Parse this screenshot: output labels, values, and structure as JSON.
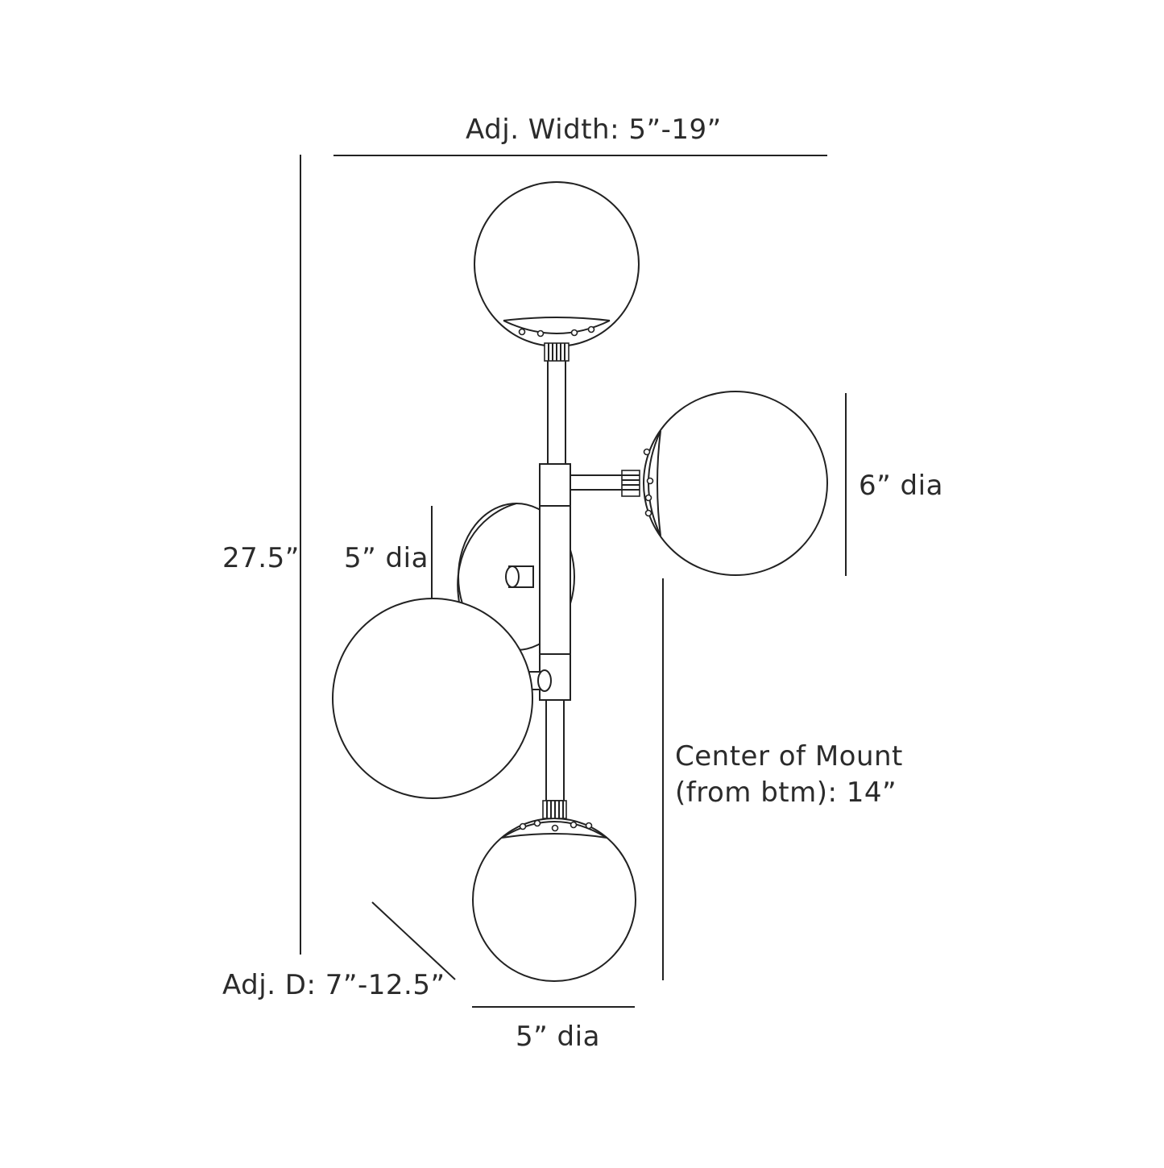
{
  "dimensions": {
    "width_label": "Adj. Width: 5”-19”",
    "height_label": "27.5”",
    "backplate_dia_label": "5” dia",
    "side_globe_dia_label": "6” dia",
    "center_mount_line1": "Center of Mount",
    "center_mount_line2": "(from btm): 14”",
    "depth_label": "Adj. D: 7”-12.5”",
    "bottom_globe_dia_label": "5” dia"
  }
}
